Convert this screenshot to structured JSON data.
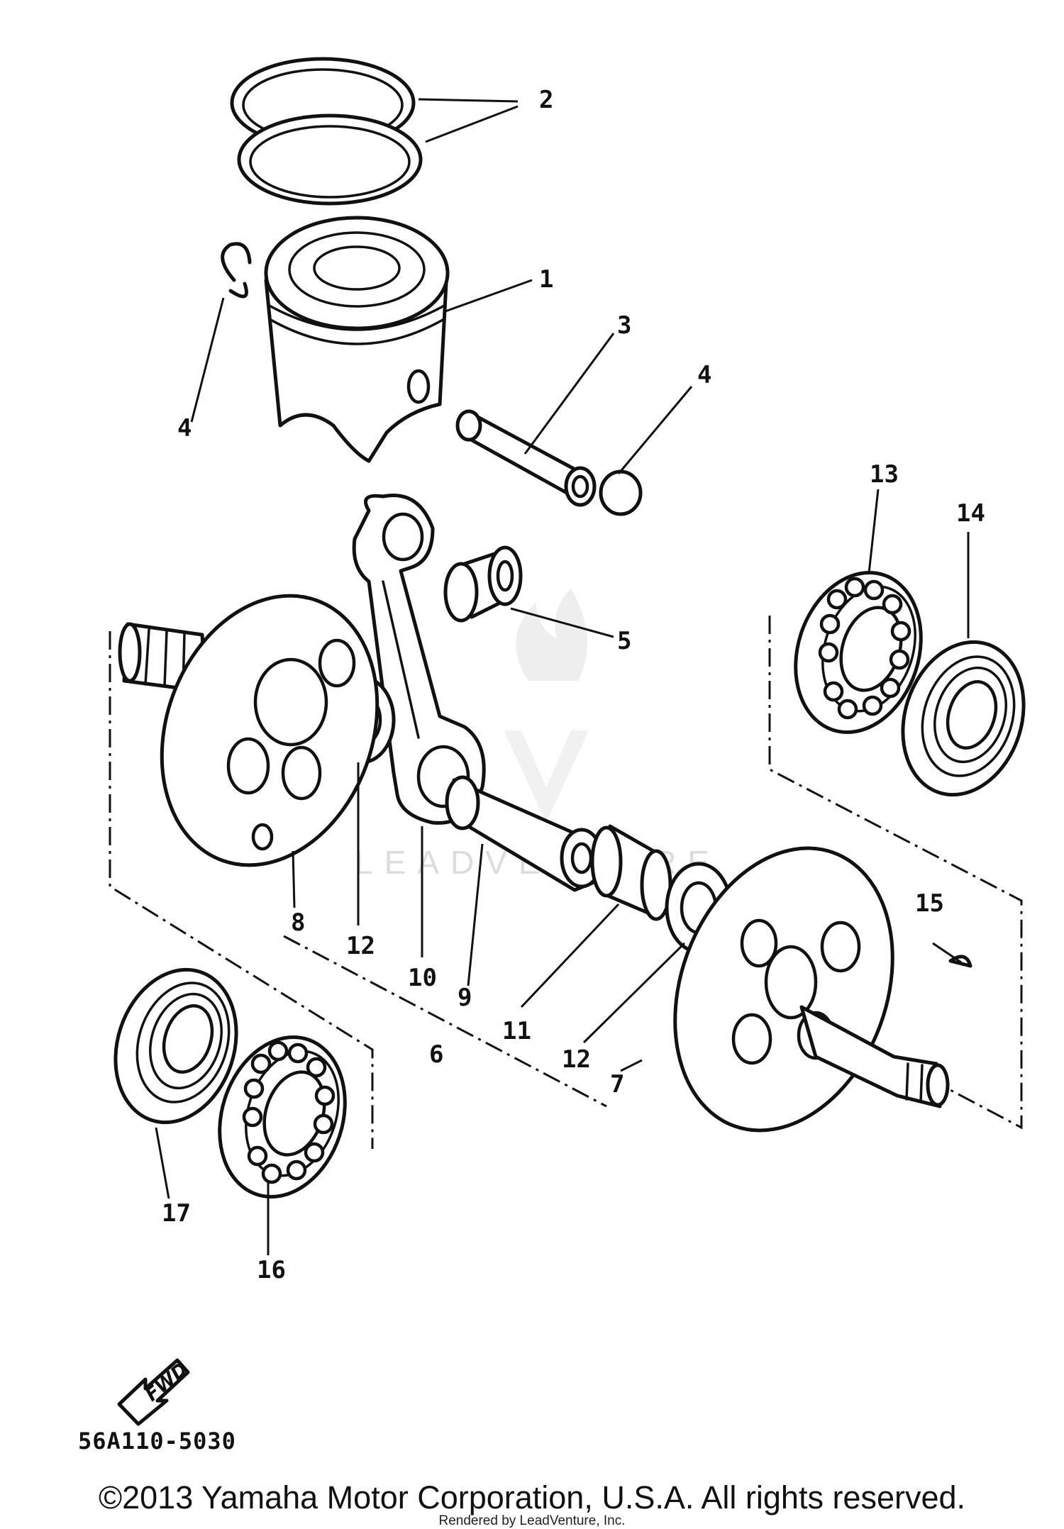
{
  "diagram": {
    "callouts": [
      "1",
      "2",
      "3",
      "4",
      "4",
      "5",
      "6",
      "7",
      "8",
      "9",
      "10",
      "11",
      "12",
      "12",
      "13",
      "14",
      "15",
      "16",
      "17"
    ],
    "part_code": "56A110-5030",
    "fwd_label": "FWD",
    "watermark": "LEADVENTURE"
  },
  "footer": {
    "copyright": "©2013 Yamaha Motor Corporation, U.S.A. All rights reserved.",
    "rendered_by": "Rendered by LeadVenture, Inc."
  }
}
